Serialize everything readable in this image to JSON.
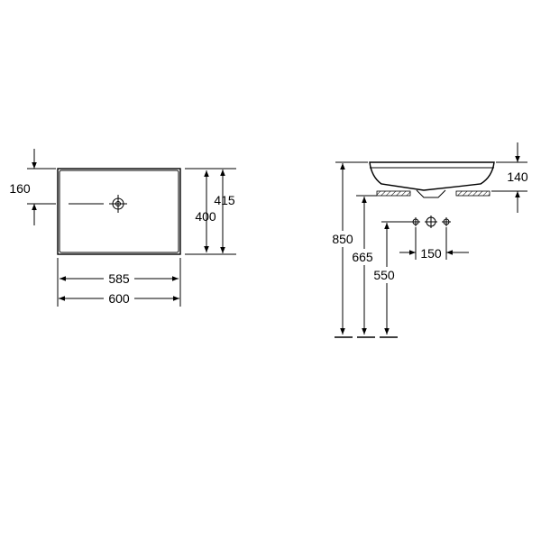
{
  "plan_view": {
    "dim_hole_offset": "160",
    "dim_inner_width": "585",
    "dim_outer_width": "600",
    "dim_inner_depth": "400",
    "dim_outer_depth": "415"
  },
  "side_view": {
    "dim_basin_height": "140",
    "dim_top_height": "850",
    "dim_counter_height": "665",
    "dim_tap_height": "550",
    "dim_tap_spacing": "150"
  }
}
